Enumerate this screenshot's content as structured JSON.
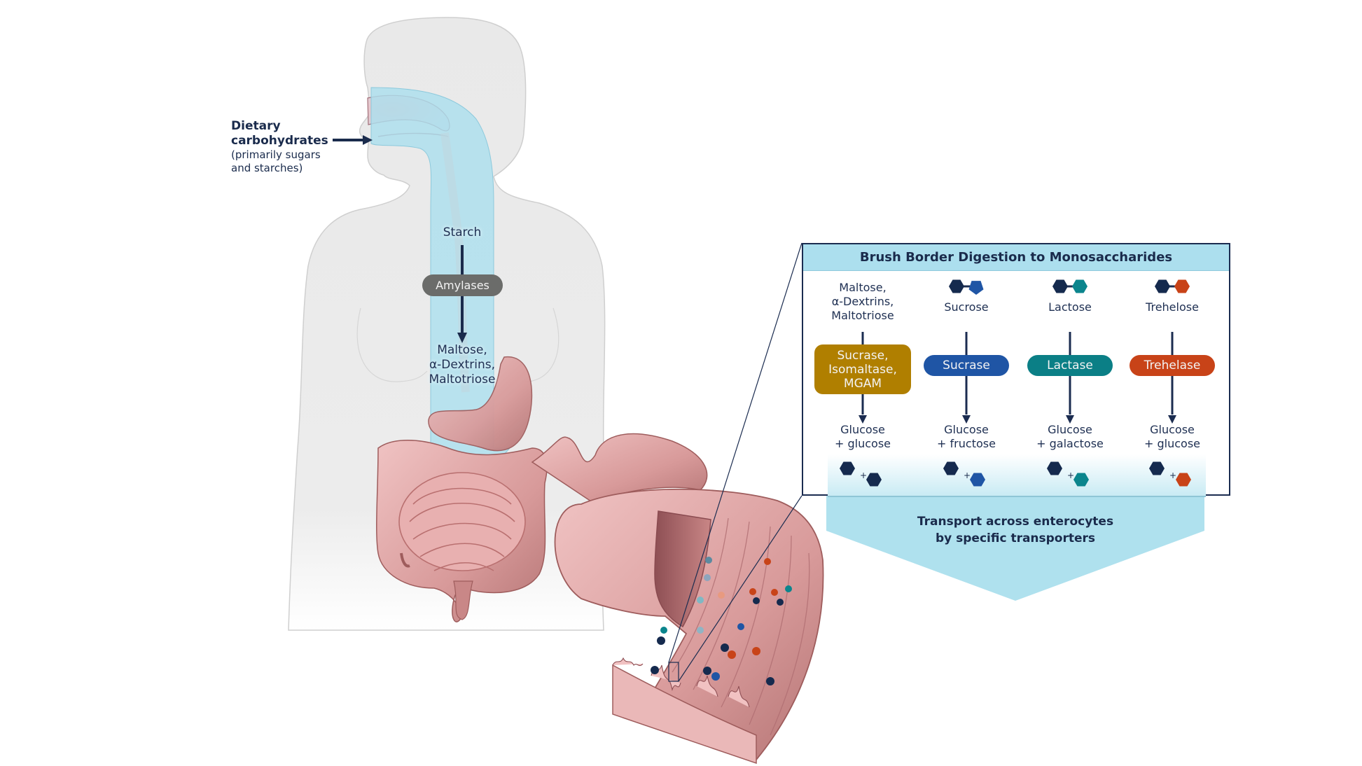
{
  "intro": {
    "title_line1": "Dietary",
    "title_line2": "carbohydrates",
    "sub_line1": "(primarily sugars",
    "sub_line2": "and starches)"
  },
  "flow": {
    "starch": "Starch",
    "amylases": "Amylases",
    "products_line1": "Maltose,",
    "products_line2": "α-Dextrins,",
    "products_line3": "Maltotriose"
  },
  "panel": {
    "title": "Brush Border Digestion to Monosaccharides",
    "columns": [
      {
        "substrate_lines": [
          "Maltose,",
          "α-Dextrins,",
          "Maltotriose"
        ],
        "enzyme_lines": [
          "Sucrase,",
          "Isomaltase,",
          "MGAM"
        ],
        "enzyme_color": "#b07f00",
        "product_line1": "Glucose",
        "product_line2": "+ glucose",
        "mono_a_color": "#152a4e",
        "mono_b_color": "#152a4e"
      },
      {
        "substrate_lines": [
          "Sucrose"
        ],
        "enzyme_lines": [
          "Sucrase"
        ],
        "enzyme_color": "#1f55a5",
        "product_line1": "Glucose",
        "product_line2": "+ fructose",
        "mono_a_color": "#152a4e",
        "mono_b_color": "#1f55a5"
      },
      {
        "substrate_lines": [
          "Lactose"
        ],
        "enzyme_lines": [
          "Lactase"
        ],
        "enzyme_color": "#0b7f86",
        "product_line1": "Glucose",
        "product_line2": "+ galactose",
        "mono_a_color": "#152a4e",
        "mono_b_color": "#0b858d"
      },
      {
        "substrate_lines": [
          "Trehelose"
        ],
        "enzyme_lines": [
          "Trehelase"
        ],
        "enzyme_color": "#c84318",
        "product_line1": "Glucose",
        "product_line2": "+ glucose",
        "mono_a_color": "#152a4e",
        "mono_b_color": "#c84318"
      }
    ],
    "plus": "+"
  },
  "transport": {
    "line1": "Transport across enterocytes",
    "line2": "by specific transporters"
  },
  "colors": {
    "navy": "#1a2b4c",
    "flow_blue": "#aee0ee",
    "amylase_pill": "#6b6c6a",
    "body_fill": "#ebebeb",
    "tissue": "#d99a9a"
  }
}
